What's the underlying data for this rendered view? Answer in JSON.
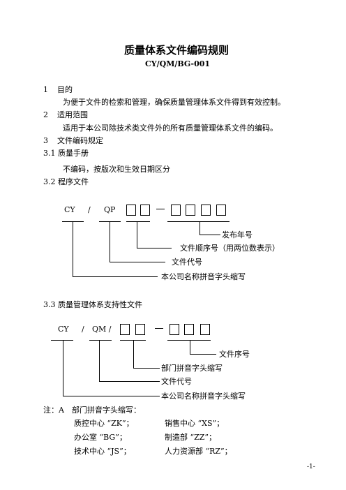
{
  "doc": {
    "title": "质量体系文件编码规则",
    "code": "CY/QM/BG-001",
    "page_number": "-1-"
  },
  "sections": {
    "s1_num": "1",
    "s1_title": "目的",
    "s1_body": "为便于文件的检索和管理，确保质量管理体系文件得到有效控制。",
    "s2_num": "2",
    "s2_title": "适用范围",
    "s2_body": "适用于本公司除技术类文件外的所有质量管理体系文件的编码。",
    "s3_num": "3",
    "s3_title": "文件编码规定",
    "s31": "3.1 质量手册",
    "s31_body": "不编码，按版次和生效日期区分",
    "s32": "3.2 程序文件",
    "s33": "3.3 质量管理体系支持性文件"
  },
  "diagram1": {
    "cy": "CY",
    "slash": "/",
    "qp": "QP",
    "label_year": "发布年号",
    "label_seq": "文件顺序号（用两位数表示）",
    "label_code": "文件代号",
    "label_company": "本公司名称拼音字头缩写"
  },
  "diagram2": {
    "cy": "CY",
    "slash": "/",
    "qm": "QM /",
    "label_seq": "文件序号",
    "label_dept": "部门拼音字头缩写",
    "label_code": "文件代号",
    "label_company": "本公司名称拼音字头缩写"
  },
  "note": {
    "prefix": "注：A",
    "title": "部门拼音字头缩写：",
    "items": [
      "质控中心 “ZK”；",
      "销售中心 “XS”；",
      "办公室 “BG”；",
      "制造部 “ZZ”；",
      "技术中心 “JS”；",
      "人力资源部 “RZ”；"
    ]
  }
}
